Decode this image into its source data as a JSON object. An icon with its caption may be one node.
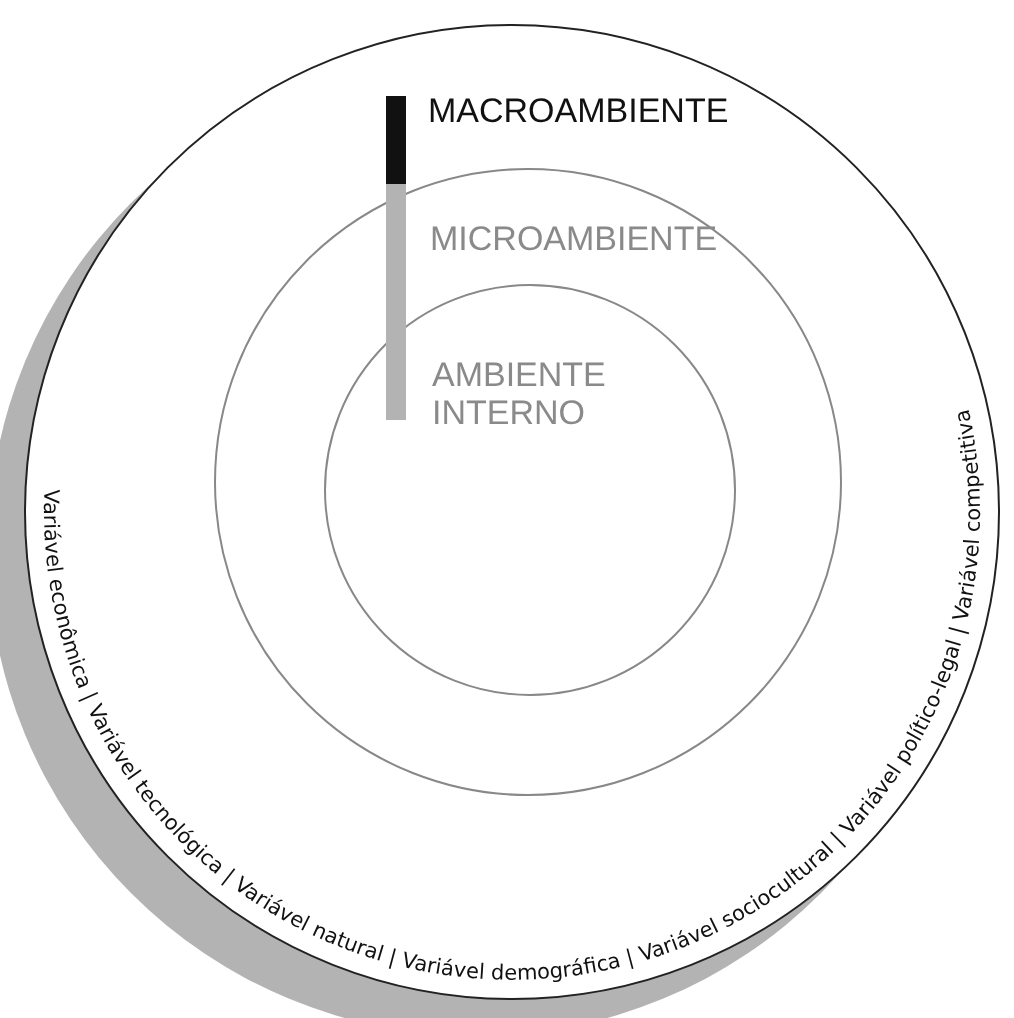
{
  "diagram": {
    "nodes": [
      {
        "text": [
          "MACROAMBIENTE"
        ]
      },
      {
        "text": [
          "MICROAMBIENTE"
        ],
        "in": 0
      },
      {
        "text": [
          "AMBIENTE INTERNO"
        ],
        "in": 1
      }
    ],
    "labels": [
      "Variável econômica | Variável tecnológica | Variável natural | Variável demográfica | Variável sociocultural | Variável político-legal | Variável competitiva"
    ]
  }
}
